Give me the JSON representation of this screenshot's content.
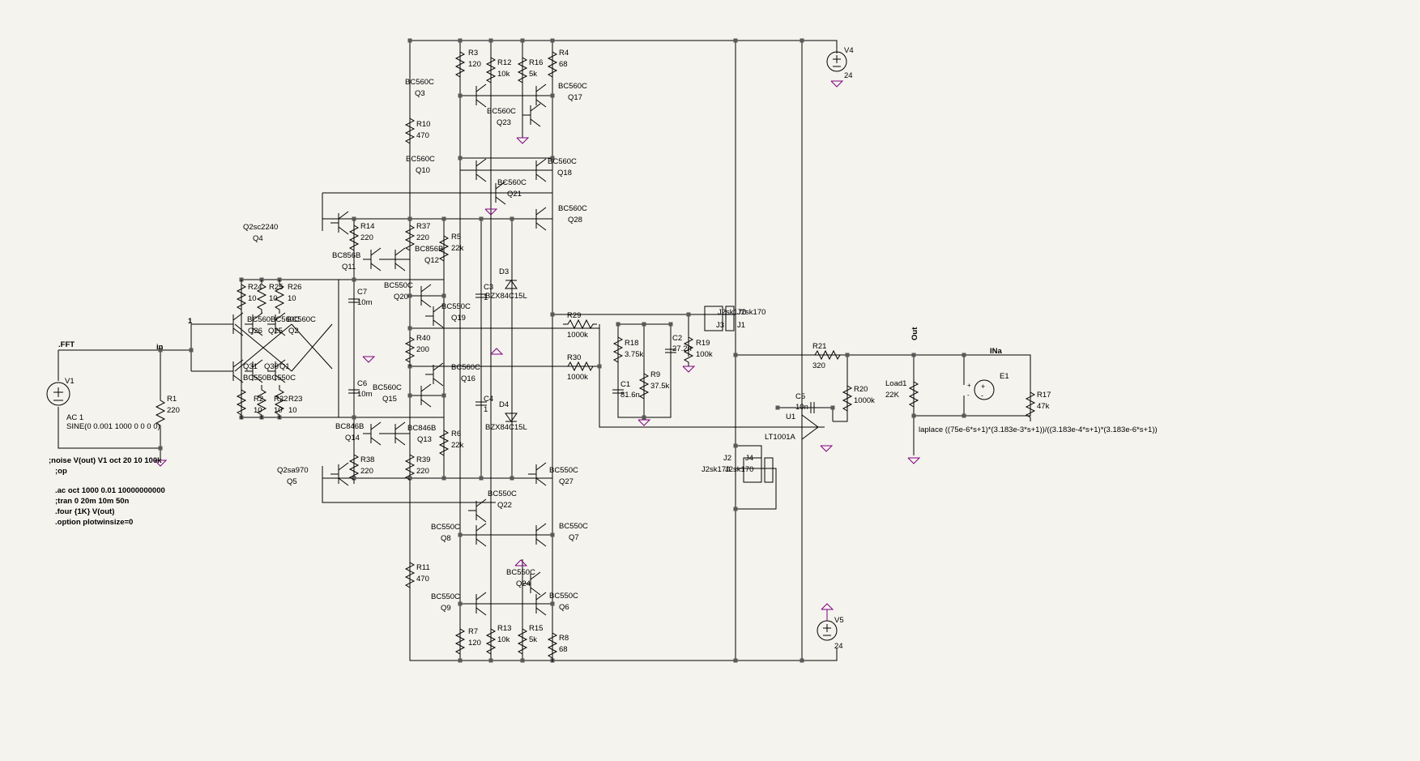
{
  "resistors": [
    {
      "name": "R3",
      "value": "120"
    },
    {
      "name": "R12",
      "value": "10k"
    },
    {
      "name": "R16",
      "value": "5k"
    },
    {
      "name": "R4",
      "value": "68"
    },
    {
      "name": "R10",
      "value": "470"
    },
    {
      "name": "R14",
      "value": "220"
    },
    {
      "name": "R37",
      "value": "220"
    },
    {
      "name": "R5",
      "value": "22k"
    },
    {
      "name": "R24",
      "value": "10"
    },
    {
      "name": "R25",
      "value": "10"
    },
    {
      "name": "R26",
      "value": "10"
    },
    {
      "name": "R40",
      "value": "200"
    },
    {
      "name": "R29",
      "value": "1000k"
    },
    {
      "name": "R30",
      "value": "1000k"
    },
    {
      "name": "R18",
      "value": "3.75k"
    },
    {
      "name": "R9",
      "value": "37.5k"
    },
    {
      "name": "R19",
      "value": "100k"
    },
    {
      "name": "R2",
      "value": "10"
    },
    {
      "name": "R22",
      "value": "10"
    },
    {
      "name": "R23",
      "value": "10"
    },
    {
      "name": "R6",
      "value": "22k"
    },
    {
      "name": "R38",
      "value": "220"
    },
    {
      "name": "R39",
      "value": "220"
    },
    {
      "name": "R1",
      "value": "220"
    },
    {
      "name": "R11",
      "value": "470"
    },
    {
      "name": "R7",
      "value": "120"
    },
    {
      "name": "R13",
      "value": "10k"
    },
    {
      "name": "R15",
      "value": "5k"
    },
    {
      "name": "R8",
      "value": "68"
    },
    {
      "name": "R21",
      "value": "320"
    },
    {
      "name": "R20",
      "value": "1000k"
    },
    {
      "name": "Load1",
      "value": "22K"
    },
    {
      "name": "R17",
      "value": "47k"
    }
  ],
  "capacitors": [
    {
      "name": "C7",
      "value": "10m"
    },
    {
      "name": "C6",
      "value": "10m"
    },
    {
      "name": "C3",
      "value": "1"
    },
    {
      "name": "C4",
      "value": "1"
    },
    {
      "name": "C1",
      "value": "81.6n"
    },
    {
      "name": "C2",
      "value": "27.2n"
    },
    {
      "name": "C5",
      "value": "10n"
    }
  ],
  "transistors": [
    {
      "name": "Q3",
      "model": "BC560C"
    },
    {
      "name": "Q17",
      "model": "BC560C"
    },
    {
      "name": "Q23",
      "model": "BC560C"
    },
    {
      "name": "Q10",
      "model": "BC560C"
    },
    {
      "name": "Q18",
      "model": "BC560C"
    },
    {
      "name": "Q21",
      "model": "BC560C"
    },
    {
      "name": "Q4",
      "model": "Q2sc2240"
    },
    {
      "name": "Q28",
      "model": "BC560C"
    },
    {
      "name": "Q11",
      "model": "BC856B"
    },
    {
      "name": "Q12",
      "model": "BC856B"
    },
    {
      "name": "Q20",
      "model": "BC550C"
    },
    {
      "name": "Q19",
      "model": "BC550C"
    },
    {
      "name": "Q16",
      "model": "BC560C"
    },
    {
      "name": "Q15",
      "model": "BC560C"
    },
    {
      "name": "Q14",
      "model": "BC846B"
    },
    {
      "name": "Q13",
      "model": "BC846B"
    },
    {
      "name": "Q5",
      "model": "Q2sa970"
    },
    {
      "name": "Q27",
      "model": "BC550C"
    },
    {
      "name": "Q22",
      "model": "BC550C"
    },
    {
      "name": "Q8",
      "model": "BC550C"
    },
    {
      "name": "Q7",
      "model": "BC550C"
    },
    {
      "name": "Q24",
      "model": "BC550C"
    },
    {
      "name": "Q9",
      "model": "BC550C"
    },
    {
      "name": "Q6",
      "model": "BC550C"
    }
  ],
  "input_pair_labels": {
    "top_models": "BC560BC560C",
    "top_model_q2": "BC560C",
    "q26": "Q26",
    "q25": "Q25",
    "q2": "Q2",
    "q31": "Q31",
    "q30": "Q30",
    "q1": "Q1",
    "bottom_models": "BC550BC550C"
  },
  "diodes": [
    {
      "name": "D3",
      "model": "BZX84C15L"
    },
    {
      "name": "D4",
      "model": "BZX84C15L"
    }
  ],
  "jfets": {
    "top": {
      "label1": "J2sk170",
      "label2": "J2sk170",
      "j3": "J3",
      "j1": "J1"
    },
    "bottom": {
      "j2": "J2",
      "j4": "J4",
      "label": "J2sk170",
      "label2": "J2sk170"
    }
  },
  "opamp": {
    "name": "U1",
    "model": "LT1001A"
  },
  "sources": {
    "V1": {
      "name": "V1",
      "ac": "AC 1",
      "sine": "SINE(0 0.001 1000 0 0 0 0)"
    },
    "V4": {
      "name": "V4",
      "value": "24"
    },
    "V5": {
      "name": "V5",
      "value": "24"
    },
    "E1": {
      "name": "E1",
      "laplace": "laplace ((75e-6*s+1)*(3.183e-3*s+1))/((3.183e-4*s+1)*(3.183e-6*s+1))"
    }
  },
  "net_labels": {
    "fft": ".FFT",
    "in": "in",
    "node1": "1",
    "out": "Out",
    "ina": "INa"
  },
  "directives": [
    ";noise V(out) V1 oct 20 10 100k",
    ";op",
    ".ac oct 1000 0.01 10000000000",
    ";tran 0 20m 10m 50n",
    ".four {1K}  V(out)",
    ".option plotwinsize=0"
  ]
}
